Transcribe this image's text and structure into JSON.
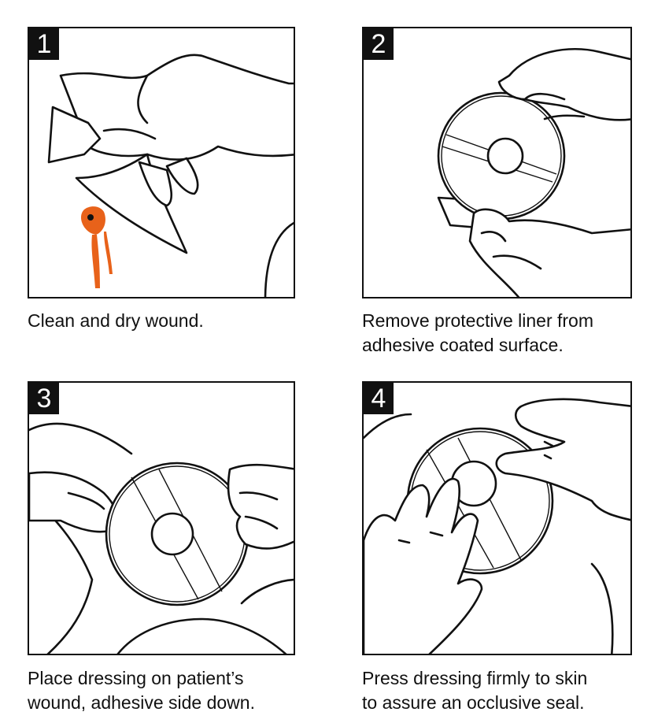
{
  "steps": [
    {
      "number": "1",
      "caption": "Clean and dry wound."
    },
    {
      "number": "2",
      "caption": "Remove protective liner from\nadhesive coated surface."
    },
    {
      "number": "3",
      "caption": "Place dressing on patient’s\nwound, adhesive side down."
    },
    {
      "number": "4",
      "caption": "Press dressing firmly to skin\nto assure an occlusive seal."
    }
  ],
  "colors": {
    "line": "#111111",
    "wound": "#e8621a",
    "background": "#ffffff"
  }
}
